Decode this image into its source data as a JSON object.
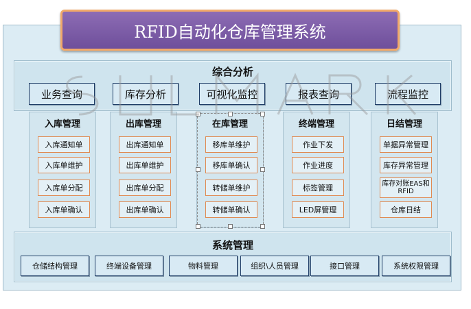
{
  "title": "RFID自动化仓库管理系统",
  "analysis": {
    "heading": "综合分析",
    "items": [
      "业务查询",
      "库存分析",
      "可视化监控",
      "报表查询",
      "流程监控"
    ]
  },
  "modules": [
    {
      "heading": "入库管理",
      "items": [
        "入库通知单",
        "入库单维护",
        "入库单分配",
        "入库单确认"
      ]
    },
    {
      "heading": "出库管理",
      "items": [
        "出库通知单",
        "出库单维护",
        "出库单分配",
        "出库单确认"
      ]
    },
    {
      "heading": "在库管理",
      "items": [
        "移库单维护",
        "移库单确认",
        "转储单维护",
        "转储单确认"
      ]
    },
    {
      "heading": "终端管理",
      "items": [
        "作业下发",
        "作业进度",
        "标签管理",
        "LED屏管理"
      ]
    },
    {
      "heading": "日结管理",
      "items": [
        "单据异常管理",
        "库存异常管理",
        "库存对账EAS和RFID",
        "仓库日结"
      ]
    }
  ],
  "system": {
    "heading": "系统管理",
    "items": [
      "仓储结构管理",
      "终端设备管理",
      "物料管理",
      "组织\\人员管理",
      "接口管理",
      "系统权限管理"
    ]
  },
  "colors": {
    "title_bg": "#7a5aa5",
    "title_border": "#f1a96a",
    "panel_bg": "#cfe4ee",
    "item_border": "#e08a52",
    "button_border": "#1f3d66"
  }
}
